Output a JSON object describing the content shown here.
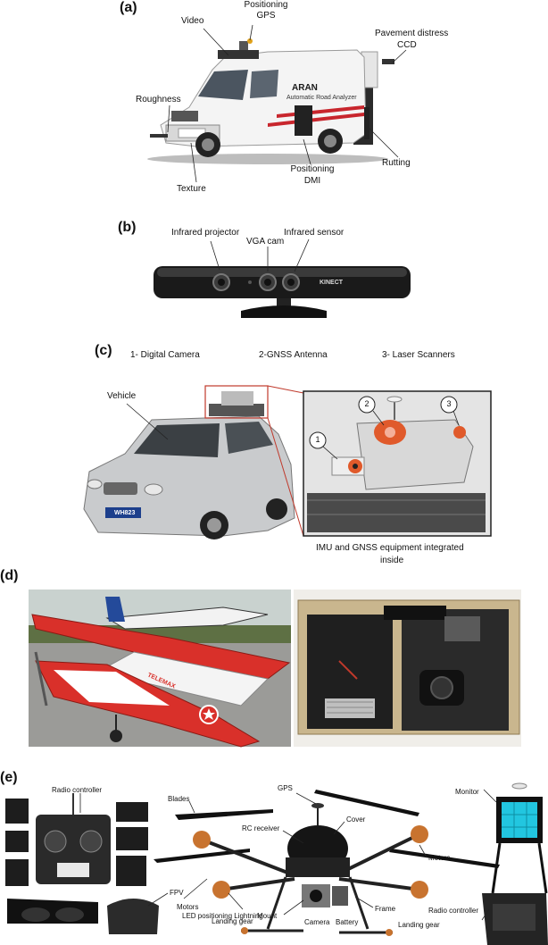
{
  "panels": {
    "a": {
      "letter": "(a)",
      "labels": {
        "video": "Video",
        "positioning_gps_1": "Positioning",
        "positioning_gps_2": "GPS",
        "pavement_1": "Pavement distress",
        "pavement_2": "CCD",
        "roughness": "Roughness",
        "rutting": "Rutting",
        "positioning_dmi_1": "Positioning",
        "positioning_dmi_2": "DMI",
        "texture": "Texture",
        "van_brand": "ARAN",
        "van_sub": "Automatic Road Analyzer"
      }
    },
    "b": {
      "letter": "(b)",
      "labels": {
        "infrared_projector": "Infrared projector",
        "vga_cam": "VGA cam",
        "infrared_sensor": "Infrared sensor",
        "kinect_brand": "KINECT"
      }
    },
    "c": {
      "letter": "(c)",
      "labels": {
        "digital_camera": "1- Digital Camera",
        "gnss_antenna": "2-GNSS Antenna",
        "laser_scanners": "3- Laser Scanners",
        "vehicle": "Vehicle",
        "imu_1": "IMU and GNSS equipment integrated",
        "imu_2": "inside",
        "num_1": "1",
        "num_2": "2",
        "num_3": "3",
        "plate": "WH823"
      }
    },
    "d": {
      "letter": "(d)",
      "labels": {
        "plane_text": "TELEMAX"
      }
    },
    "e": {
      "letter": "(e)",
      "labels": {
        "radio_controller_top": "Radio controller",
        "fpv": "FPV",
        "blades": "Blades",
        "gps": "GPS",
        "rc_receiver": "RC receiver",
        "cover": "Cover",
        "motors_left": "Motors",
        "motors_right": "Motors",
        "led": "LED positioning Lightning",
        "mount": "Mount",
        "frame": "Frame",
        "landing_gear_left": "Landing gear",
        "camera": "Camera",
        "battery": "Battery",
        "landing_gear_right": "Landing  gear",
        "monitor": "Monitor",
        "radio_controller_right": "Radio controller"
      }
    }
  },
  "colors": {
    "van_white": "#f2f2f2",
    "aran_red": "#c8262d",
    "plane_red": "#d9302a",
    "kinect_black": "#1a1a1a",
    "sky_grey": "#d6d6d6",
    "monitor_cyan": "#22c6e0"
  }
}
